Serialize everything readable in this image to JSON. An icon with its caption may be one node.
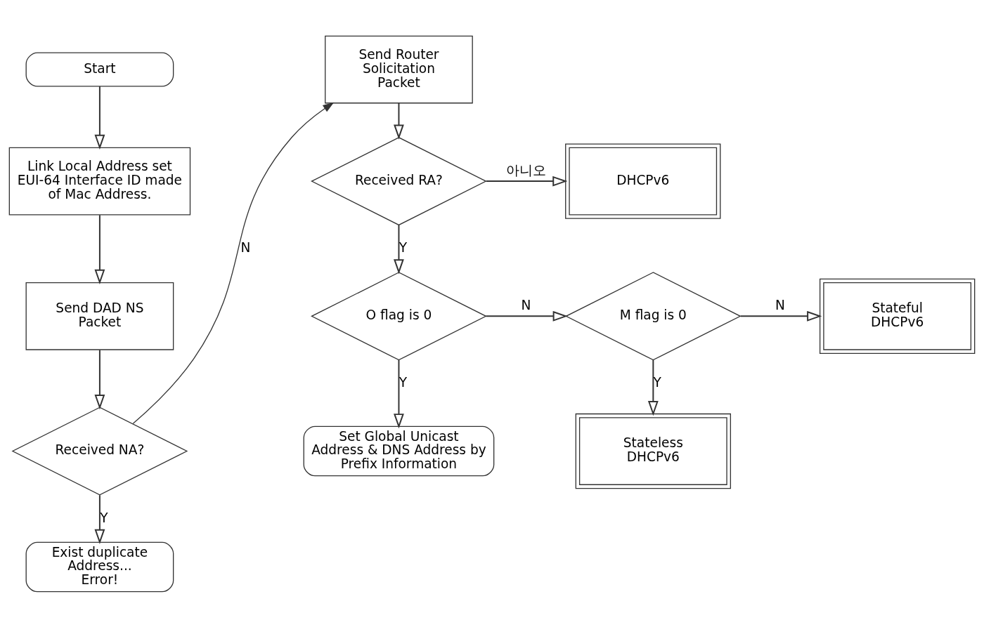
{
  "diagram": {
    "nodes": [
      {
        "text": [
          "Start"
        ]
      },
      {
        "text": [
          "Link Local Address set EUI-64 Interface ID made of Mac Address."
        ]
      },
      {
        "text": [
          "Send DAD NS Packet"
        ]
      },
      {
        "text": [
          "Received NA?"
        ]
      },
      {
        "text": [
          "Exist duplicate Address... Error!"
        ]
      },
      {
        "text": [
          "Send Router Solicitation Packet"
        ]
      },
      {
        "text": [
          "Received RA?"
        ]
      },
      {
        "text": [
          "DHCPv6"
        ]
      },
      {
        "text": [
          "O flag is 0"
        ]
      },
      {
        "text": [
          "M flag is 0"
        ]
      },
      {
        "text": [
          "Stateful DHCPv6"
        ]
      },
      {
        "text": [
          "Set Global Unicast Address & DNS Address by Prefix Information"
        ]
      },
      {
        "text": [
          "Stateless DHCPv6"
        ]
      }
    ],
    "edges": [
      {
        "from": 0,
        "to": 1,
        "arrow": "to"
      },
      {
        "from": 1,
        "to": 2,
        "arrow": "to"
      },
      {
        "from": 2,
        "to": 3,
        "arrow": "to"
      },
      {
        "from": 3,
        "to": 4,
        "arrow": "to",
        "label": "Y"
      },
      {
        "from": 3,
        "to": 5,
        "arrow": "to",
        "label": "N"
      },
      {
        "from": 5,
        "to": 6,
        "arrow": "to"
      },
      {
        "from": 6,
        "to": 7,
        "arrow": "to",
        "label": "아니오"
      },
      {
        "from": 6,
        "to": 8,
        "arrow": "to",
        "label": "Y"
      },
      {
        "from": 8,
        "to": 9,
        "arrow": "to",
        "label": "N"
      },
      {
        "from": 9,
        "to": 10,
        "arrow": "to",
        "label": "N"
      },
      {
        "from": 8,
        "to": 11,
        "arrow": "to",
        "label": "Y"
      },
      {
        "from": 9,
        "to": 12,
        "arrow": "to",
        "label": "Y"
      }
    ]
  }
}
